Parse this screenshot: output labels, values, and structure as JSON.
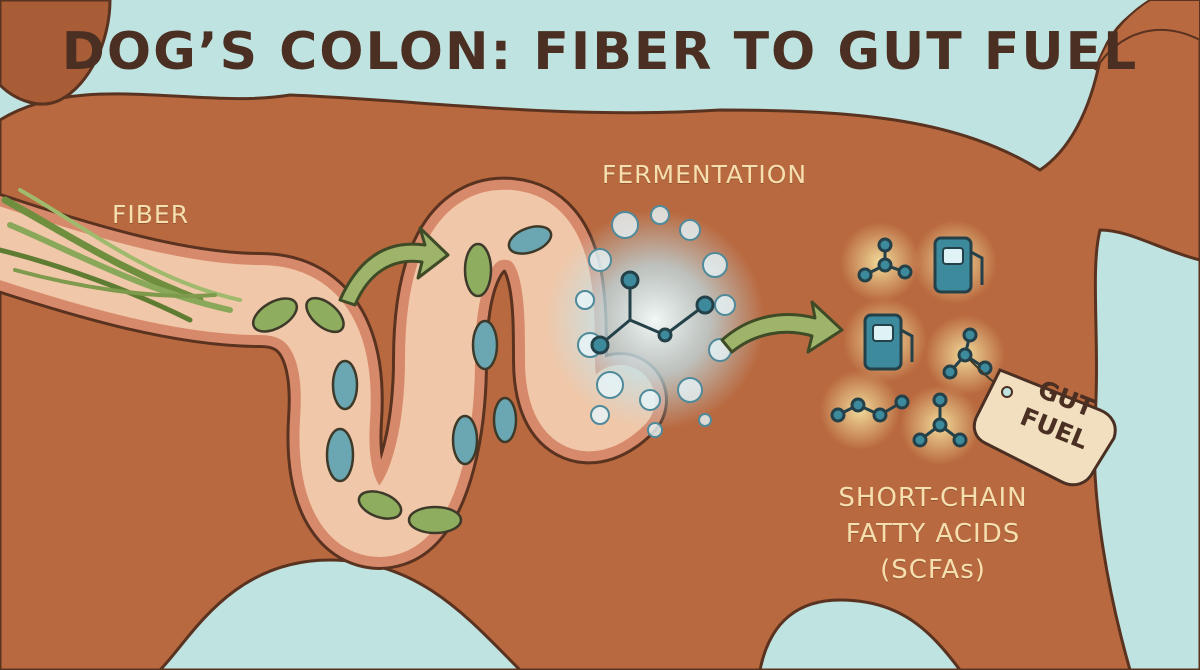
{
  "title": "DOG’S COLON: FIBER TO GUT FUEL",
  "labels": {
    "fiber": "FIBER",
    "fermentation": "FERMENTATION",
    "scfa_line1": "SHORT-CHAIN",
    "scfa_line2": "FATTY ACIDS",
    "scfa_line3": "(SCFAs)",
    "tag_line1": "GUT",
    "tag_line2": "FUEL"
  },
  "colors": {
    "background": "#bfe3e0",
    "dog_fur": "#b9693f",
    "outline": "#5a3220",
    "colon_inside": "#f0c7a8",
    "bacteria_green": "#8fad5e",
    "bacteria_blue": "#6ba7b3",
    "arrow_green": "#9db46a",
    "label_text": "#f6dfae",
    "glow": "#fff6b0"
  },
  "icons": [
    "bacteria-icon",
    "fiber-strands-icon",
    "bubble-icon",
    "molecule-icon",
    "fuel-pump-icon",
    "arrow-icon",
    "tag-icon"
  ]
}
